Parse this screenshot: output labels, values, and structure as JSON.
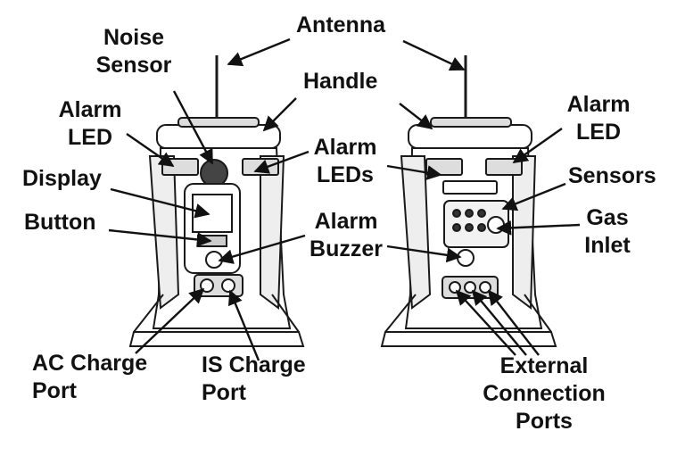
{
  "labels": {
    "antenna": "Antenna",
    "noise_sensor": "Noise\nSensor",
    "handle": "Handle",
    "alarm_led_left": "Alarm\nLED",
    "alarm_leds": "Alarm\nLEDs",
    "alarm_led_right": "Alarm\nLED",
    "display": "Display",
    "sensors": "Sensors",
    "button": "Button",
    "alarm_buzzer": "Alarm\nBuzzer",
    "gas_inlet": "Gas\nInlet",
    "ac_charge_port": "AC Charge\nPort",
    "is_charge_port": "IS Charge\nPort",
    "external_connection_ports": "External\nConnection\nPorts"
  },
  "colors": {
    "text": "#111111",
    "line": "#1a1a1a",
    "device_fill": "#ffffff",
    "shade": "#dddddd"
  }
}
